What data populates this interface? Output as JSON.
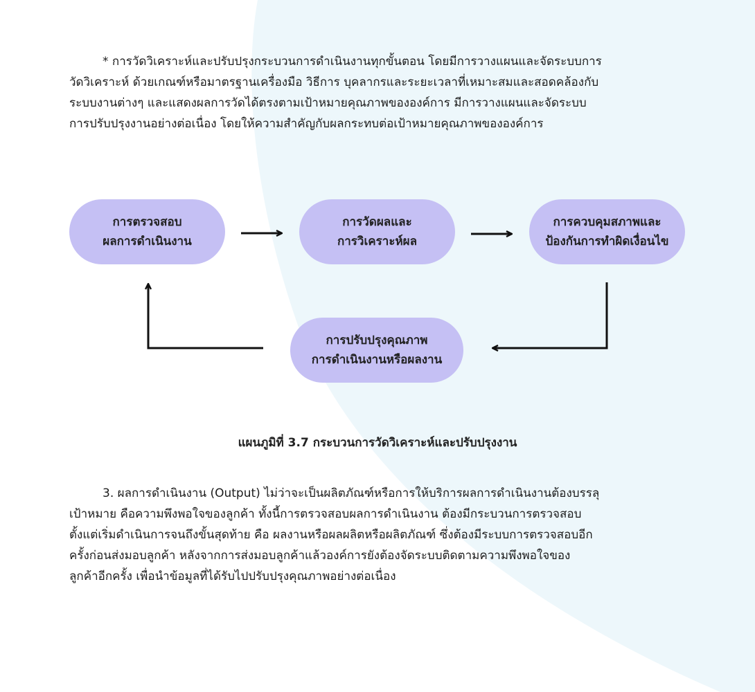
{
  "colors": {
    "background_shape": "#edf7fb",
    "node_fill": "#c5c0f4",
    "text": "#1c1c1c",
    "arrow": "#111111"
  },
  "paragraph_top": "* การวัดวิเคราะห์และปรับปรุงกระบวนการดำเนินงานทุกขั้นตอน โดยมีการวางแผนและจัดระบบการ\nวัดวิเคราะห์ ด้วยเกณฑ์หรือมาตรฐานเครื่องมือ วิธีการ บุคลากรและระยะเวลาที่เหมาะสมและสอดคล้องกับ\nระบบงานต่างๆ และแสดงผลการวัดได้ตรงตามเป้าหมายคุณภาพขององค์การ มีการวางแผนและจัดระบบ\nการปรับปรุงงานอย่างต่อเนื่อง โดยให้ความสำคัญกับผลกระทบต่อเป้าหมายคุณภาพขององค์การ",
  "diagram": {
    "nodes": [
      {
        "label": "การตรวจสอบ\nผลการดำเนินงาน"
      },
      {
        "label": "การวัดผลและ\nการวิเคราะห์ผล"
      },
      {
        "label": "การควบคุมสภาพและ\nป้องกันการทำผิดเงื่อนไข"
      },
      {
        "label": "การปรับปรุงคุณภาพ\nการดำเนินงานหรือผลงาน"
      }
    ]
  },
  "caption": "แผนภูมิที่ 3.7 กระบวนการวัดวิเคราะห์และปรับปรุงงาน",
  "paragraph_bottom": "3. ผลการดำเนินงาน (Output) ไม่ว่าจะเป็นผลิตภัณฑ์หรือการให้บริการผลการดำเนินงานต้องบรรลุ\nเป้าหมาย คือความพึงพอใจของลูกค้า ทั้งนี้การตรวจสอบผลการดำเนินงาน ต้องมีกระบวนการตรวจสอบ\nตั้งแต่เริ่มดำเนินการจนถึงขั้นสุดท้าย คือ ผลงานหรือผลผลิตหรือผลิตภัณฑ์ ซึ่งต้องมีระบบการตรวจสอบอีก\nครั้งก่อนส่งมอบลูกค้า หลังจากการส่งมอบลูกค้าแล้วองค์การยังต้องจัดระบบติดตามความพึงพอใจของ\nลูกค้าอีกครั้ง เพื่อนำข้อมูลที่ได้รับไปปรับปรุงคุณภาพอย่างต่อเนื่อง"
}
